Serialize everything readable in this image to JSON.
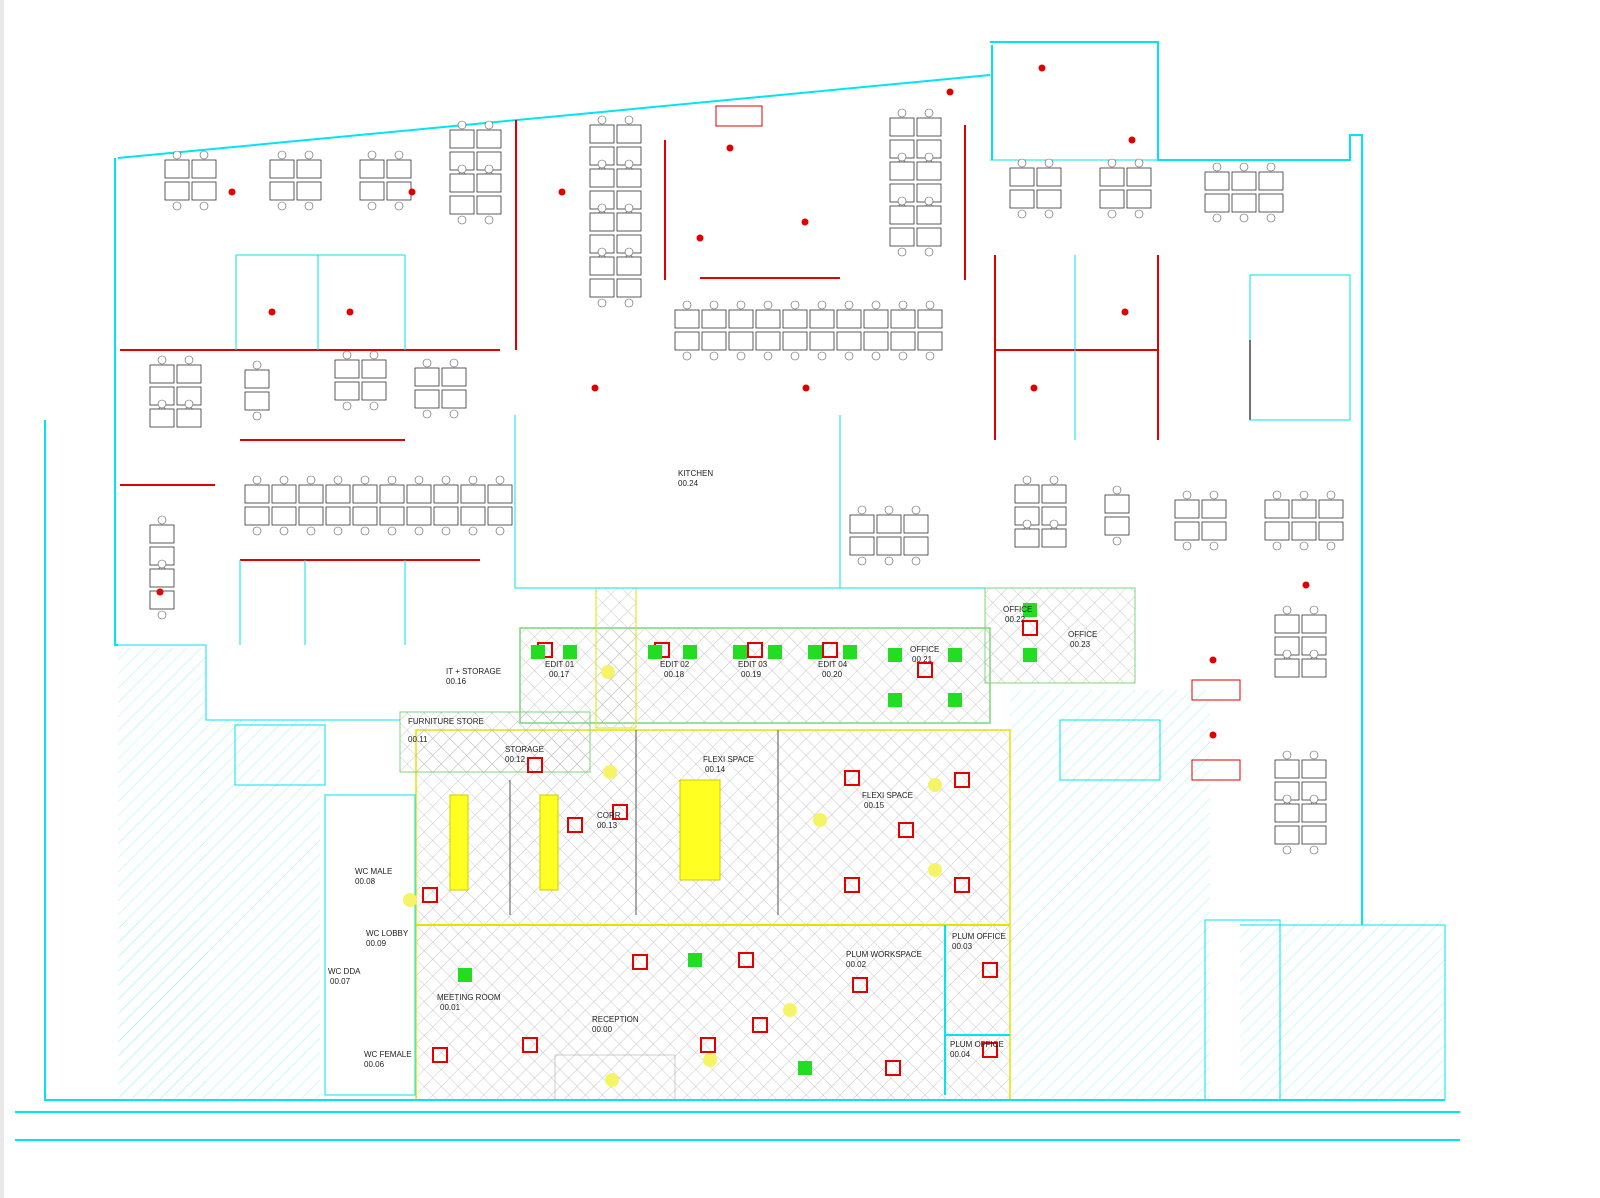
{
  "rooms": {
    "kitchen": {
      "name": "KITCHEN",
      "number": "00.24"
    },
    "it_storage": {
      "name": "IT + STORAGE",
      "number": "00.16"
    },
    "furniture_store": {
      "name": "FURNITURE STORE",
      "number": "00.11"
    },
    "storage": {
      "name": "STORAGE",
      "number": "00.12"
    },
    "edit_01": {
      "name": "EDIT 01",
      "number": "00.17"
    },
    "edit_02": {
      "name": "EDIT 02",
      "number": "00.18"
    },
    "edit_03": {
      "name": "EDIT 03",
      "number": "00.19"
    },
    "edit_04": {
      "name": "EDIT 04",
      "number": "00.20"
    },
    "office_21": {
      "name": "OFFICE",
      "number": "00.21"
    },
    "office_22": {
      "name": "OFFICE",
      "number": "00.22"
    },
    "office_23": {
      "name": "OFFICE",
      "number": "00.23"
    },
    "corr": {
      "name": "CORR",
      "number": "00.13"
    },
    "flexi_14": {
      "name": "FLEXI SPACE",
      "number": "00.14"
    },
    "flexi_15": {
      "name": "FLEXI SPACE",
      "number": "00.15"
    },
    "wc_male": {
      "name": "WC MALE",
      "number": "00.08"
    },
    "wc_lobby": {
      "name": "WC LOBBY",
      "number": "00.09"
    },
    "wc_dda": {
      "name": "WC DDA",
      "number": "00.07"
    },
    "wc_female": {
      "name": "WC FEMALE",
      "number": "00.06"
    },
    "meeting_room": {
      "name": "MEETING ROOM",
      "number": "00.01"
    },
    "reception": {
      "name": "RECEPTION",
      "number": "00.00"
    },
    "plum_workspace": {
      "name": "PLUM WORKSPACE",
      "number": "00.02"
    },
    "plum_office_03": {
      "name": "PLUM OFFICE",
      "number": "00.03"
    },
    "plum_office_04": {
      "name": "PLUM OFFICE",
      "number": "00.04"
    }
  },
  "colors": {
    "walls": "#00e5ee",
    "partitions": "#e00000",
    "lighting": "#ffff00",
    "furniture": "#333333",
    "fittings": "#00dd00"
  }
}
